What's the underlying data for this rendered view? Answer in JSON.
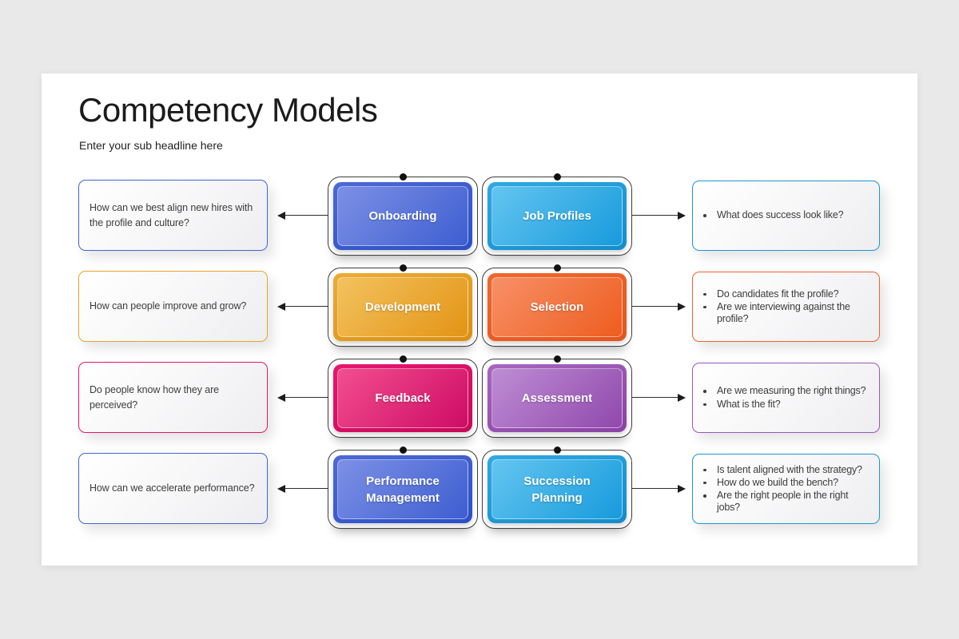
{
  "header": {
    "title": "Competency Models",
    "subtitle": "Enter your sub headline here"
  },
  "rows": [
    {
      "left_question": "How can we best align new hires with the profile and culture?",
      "left_label": "Onboarding",
      "right_label": "Job Profiles",
      "right_bullets": [
        "What does success look like?"
      ],
      "left_colors": {
        "light": "#7C90E5",
        "dark": "#3E5ED1",
        "f1": "#4D69D6",
        "f2": "#2B4FC6",
        "accent": "#4464D2"
      },
      "right_colors": {
        "light": "#64C5F0",
        "dark": "#179BDC",
        "f1": "#2FA9E2",
        "f2": "#138CCB",
        "accent": "#1E96D4"
      }
    },
    {
      "left_question": "How can people improve and grow?",
      "left_label": "Development",
      "right_label": "Selection",
      "right_bullets": [
        "Do candidates fit the profile?",
        "Are we interviewing against the profile?"
      ],
      "left_colors": {
        "light": "#F3C25E",
        "dark": "#E39415",
        "f1": "#ECAC33",
        "f2": "#DA8F10",
        "accent": "#E8A42B"
      },
      "right_colors": {
        "light": "#F79067",
        "dark": "#EE5D1F",
        "f1": "#F0682E",
        "f2": "#E5541B",
        "accent": "#EF6230"
      }
    },
    {
      "left_question": "Do people know how they are perceived?",
      "left_label": "Feedback",
      "right_label": "Assessment",
      "right_bullets": [
        "Are we measuring the right things?",
        "What is the fit?"
      ],
      "left_colors": {
        "light": "#F24E90",
        "dark": "#CE0C64",
        "f1": "#E8176F",
        "f2": "#C70859",
        "accent": "#E5156D"
      },
      "right_colors": {
        "light": "#BE8DD4",
        "dark": "#9049AC",
        "f1": "#A767C0",
        "f2": "#8A41A5",
        "accent": "#9C55B4"
      }
    },
    {
      "left_question": "How can we accelerate performance?",
      "left_label": "Performance Management",
      "right_label": "Succession Planning",
      "right_bullets": [
        "Is talent aligned with the strategy?",
        "How do we build the bench?",
        "Are the right people in the right jobs?"
      ],
      "left_colors": {
        "light": "#7C90E5",
        "dark": "#3E5ED1",
        "f1": "#4D69D6",
        "f2": "#2B4FC6",
        "accent": "#4464D2"
      },
      "right_colors": {
        "light": "#64C5F0",
        "dark": "#179BDC",
        "f1": "#2FA9E2",
        "f2": "#138CCB",
        "accent": "#1E96D4"
      }
    }
  ]
}
